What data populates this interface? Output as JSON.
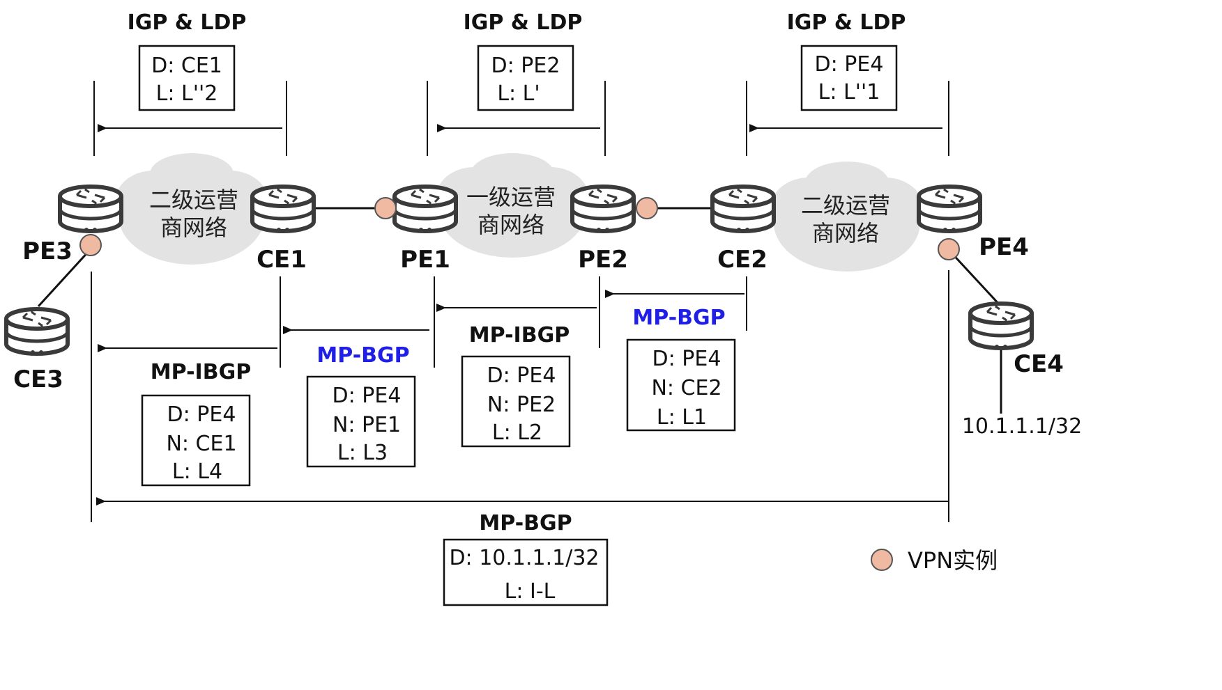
{
  "colors": {
    "router": "#3a3a3a",
    "cloud": "#e3e3e3",
    "vpn_dot": "#f0b9a2",
    "vpn_dot_stroke": "#555555",
    "blue": "#1f1fe6",
    "line": "#111111"
  },
  "routers": {
    "pe3": "PE3",
    "ce1": "CE1",
    "pe1": "PE1",
    "pe2": "PE2",
    "ce2": "CE2",
    "pe4": "PE4",
    "ce3": "CE3",
    "ce4": "CE4"
  },
  "clouds": {
    "left": {
      "line1": "二级运营",
      "line2": "商网络"
    },
    "middle": {
      "line1": "一级运营",
      "line2": "商网络"
    },
    "right": {
      "line1": "二级运营",
      "line2": "商网络"
    }
  },
  "top": {
    "left": {
      "title": "IGP & LDP",
      "d": "D: CE1",
      "l": "L: L''2"
    },
    "middle": {
      "title": "IGP & LDP",
      "d": "D: PE2",
      "l": "L: L'"
    },
    "right": {
      "title": "IGP & LDP",
      "d": "D: PE4",
      "l": "L: L''1"
    }
  },
  "lower": {
    "mp_ibgp_left": {
      "title": "MP-IBGP",
      "d": "D: PE4",
      "n": "N: CE1",
      "l": "L: L4"
    },
    "mp_bgp_left": {
      "title": "MP-BGP",
      "d": "D: PE4",
      "n": "N: PE1",
      "l": "L: L3"
    },
    "mp_ibgp_mid": {
      "title": "MP-IBGP",
      "d": "D: PE4",
      "n": "N: PE2",
      "l": "L: L2"
    },
    "mp_bgp_right": {
      "title": "MP-BGP",
      "d": "D: PE4",
      "n": "N: CE2",
      "l": "L: L1"
    }
  },
  "bottom": {
    "title": "MP-BGP",
    "d": "D: 10.1.1.1/32",
    "l": "L: I-L"
  },
  "ce4_prefix": "10.1.1.1/32",
  "legend": {
    "vpn_instance": "VPN实例",
    "icon": "vpn-instance-dot-icon"
  }
}
